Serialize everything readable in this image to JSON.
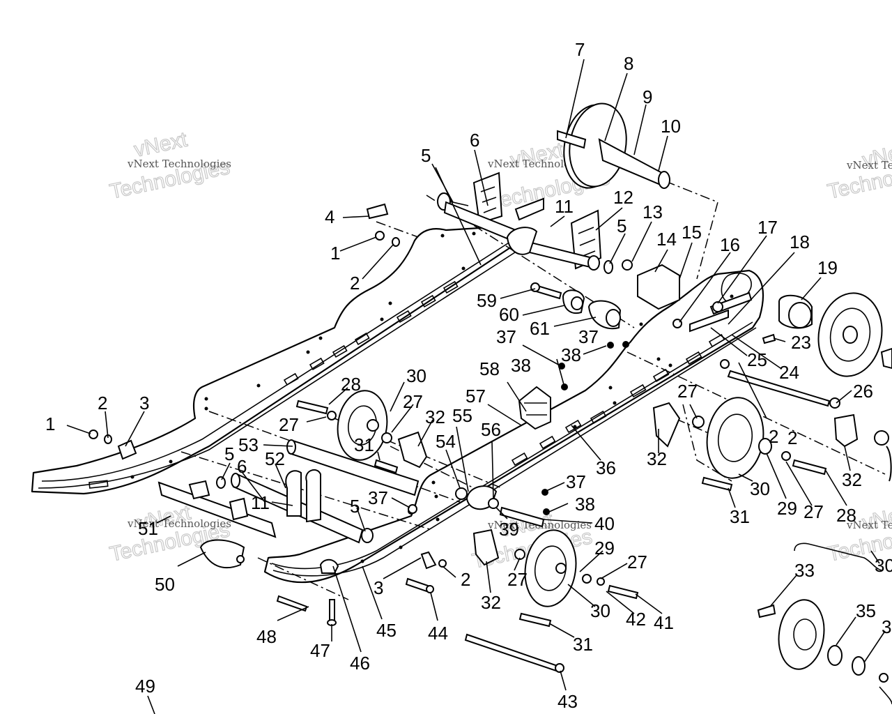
{
  "watermark": {
    "small": "vNext Technologies",
    "big_top": "vNext",
    "big_bottom": "Technologies"
  },
  "callouts": [
    {
      "id": "c7",
      "text": "7"
    },
    {
      "id": "c8",
      "text": "8"
    },
    {
      "id": "c9",
      "text": "9"
    },
    {
      "id": "c10",
      "text": "10"
    },
    {
      "id": "c6a",
      "text": "6"
    },
    {
      "id": "c5a",
      "text": "5"
    },
    {
      "id": "c4",
      "text": "4"
    },
    {
      "id": "c1a",
      "text": "1"
    },
    {
      "id": "c2a",
      "text": "2"
    },
    {
      "id": "c11a",
      "text": "11"
    },
    {
      "id": "c12",
      "text": "12"
    },
    {
      "id": "c5b",
      "text": "5"
    },
    {
      "id": "c13",
      "text": "13"
    },
    {
      "id": "c14",
      "text": "14"
    },
    {
      "id": "c15",
      "text": "15"
    },
    {
      "id": "c16",
      "text": "16"
    },
    {
      "id": "c17",
      "text": "17"
    },
    {
      "id": "c18",
      "text": "18"
    },
    {
      "id": "c19",
      "text": "19"
    },
    {
      "id": "c59",
      "text": "59"
    },
    {
      "id": "c60",
      "text": "60"
    },
    {
      "id": "c61",
      "text": "61"
    },
    {
      "id": "c37a",
      "text": "37"
    },
    {
      "id": "c37b",
      "text": "37"
    },
    {
      "id": "c38a",
      "text": "38"
    },
    {
      "id": "c38b",
      "text": "38"
    },
    {
      "id": "c23",
      "text": "23"
    },
    {
      "id": "c25",
      "text": "25"
    },
    {
      "id": "c24",
      "text": "24"
    },
    {
      "id": "c26",
      "text": "26"
    },
    {
      "id": "c28a",
      "text": "28"
    },
    {
      "id": "c30a",
      "text": "30"
    },
    {
      "id": "c27a",
      "text": "27"
    },
    {
      "id": "c27b",
      "text": "27"
    },
    {
      "id": "c32a",
      "text": "32"
    },
    {
      "id": "c58",
      "text": "58"
    },
    {
      "id": "c57",
      "text": "57"
    },
    {
      "id": "c27c",
      "text": "27"
    },
    {
      "id": "c2b",
      "text": "2"
    },
    {
      "id": "c1b",
      "text": "1"
    },
    {
      "id": "c2c",
      "text": "2"
    },
    {
      "id": "c3a",
      "text": "3"
    },
    {
      "id": "c31a",
      "text": "31"
    },
    {
      "id": "c53",
      "text": "53"
    },
    {
      "id": "c55",
      "text": "55"
    },
    {
      "id": "c54",
      "text": "54"
    },
    {
      "id": "c56",
      "text": "56"
    },
    {
      "id": "c36",
      "text": "36"
    },
    {
      "id": "c32b",
      "text": "32"
    },
    {
      "id": "c32c",
      "text": "32"
    },
    {
      "id": "c5c",
      "text": "5"
    },
    {
      "id": "c6b",
      "text": "6"
    },
    {
      "id": "c52",
      "text": "52"
    },
    {
      "id": "c11b",
      "text": "11"
    },
    {
      "id": "c37c",
      "text": "37"
    },
    {
      "id": "c37d",
      "text": "37"
    },
    {
      "id": "c38c",
      "text": "38"
    },
    {
      "id": "c40",
      "text": "40"
    },
    {
      "id": "c39",
      "text": "39"
    },
    {
      "id": "c30b",
      "text": "30"
    },
    {
      "id": "c29a",
      "text": "29"
    },
    {
      "id": "c27d",
      "text": "27"
    },
    {
      "id": "c28b",
      "text": "28"
    },
    {
      "id": "c31b",
      "text": "31"
    },
    {
      "id": "c2d",
      "text": "2"
    },
    {
      "id": "c5d",
      "text": "5"
    },
    {
      "id": "c51",
      "text": "51"
    },
    {
      "id": "c50",
      "text": "50"
    },
    {
      "id": "c29b",
      "text": "29"
    },
    {
      "id": "c27e",
      "text": "27"
    },
    {
      "id": "c27f",
      "text": "27"
    },
    {
      "id": "c3b",
      "text": "3"
    },
    {
      "id": "c32d",
      "text": "32"
    },
    {
      "id": "c30c",
      "text": "30"
    },
    {
      "id": "c42",
      "text": "42"
    },
    {
      "id": "c41",
      "text": "41"
    },
    {
      "id": "c31c",
      "text": "31"
    },
    {
      "id": "c48",
      "text": "48"
    },
    {
      "id": "c47",
      "text": "47"
    },
    {
      "id": "c46",
      "text": "46"
    },
    {
      "id": "c45",
      "text": "45"
    },
    {
      "id": "c44",
      "text": "44"
    },
    {
      "id": "c43",
      "text": "43"
    },
    {
      "id": "c49",
      "text": "49"
    },
    {
      "id": "c33",
      "text": "33"
    },
    {
      "id": "c35",
      "text": "35"
    },
    {
      "id": "c2e",
      "text": "2"
    },
    {
      "id": "c30d",
      "text": "30"
    },
    {
      "id": "c3c",
      "text": "3"
    }
  ]
}
